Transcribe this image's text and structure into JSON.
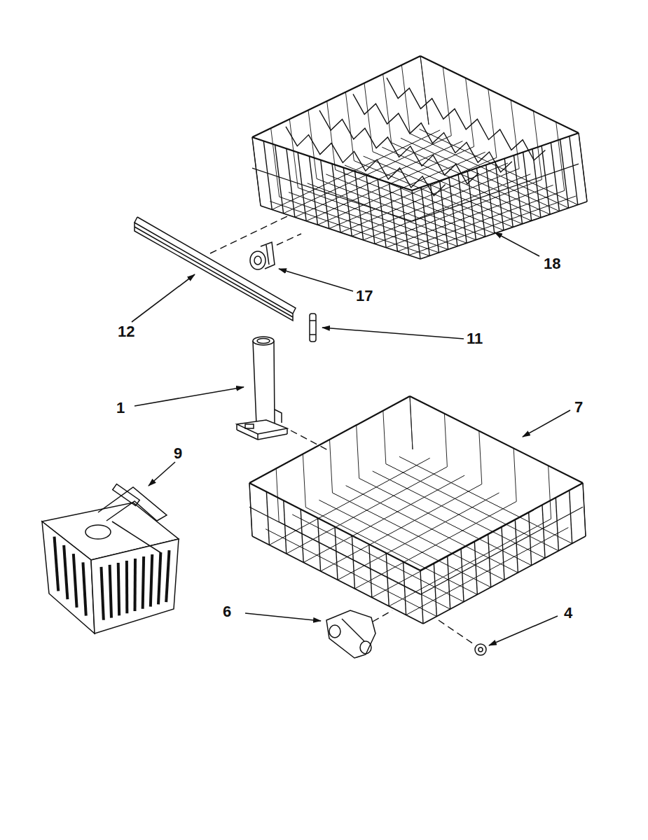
{
  "diagram": {
    "labels": [
      "18",
      "17",
      "12",
      "11",
      "1",
      "7",
      "9",
      "6",
      "4"
    ]
  }
}
